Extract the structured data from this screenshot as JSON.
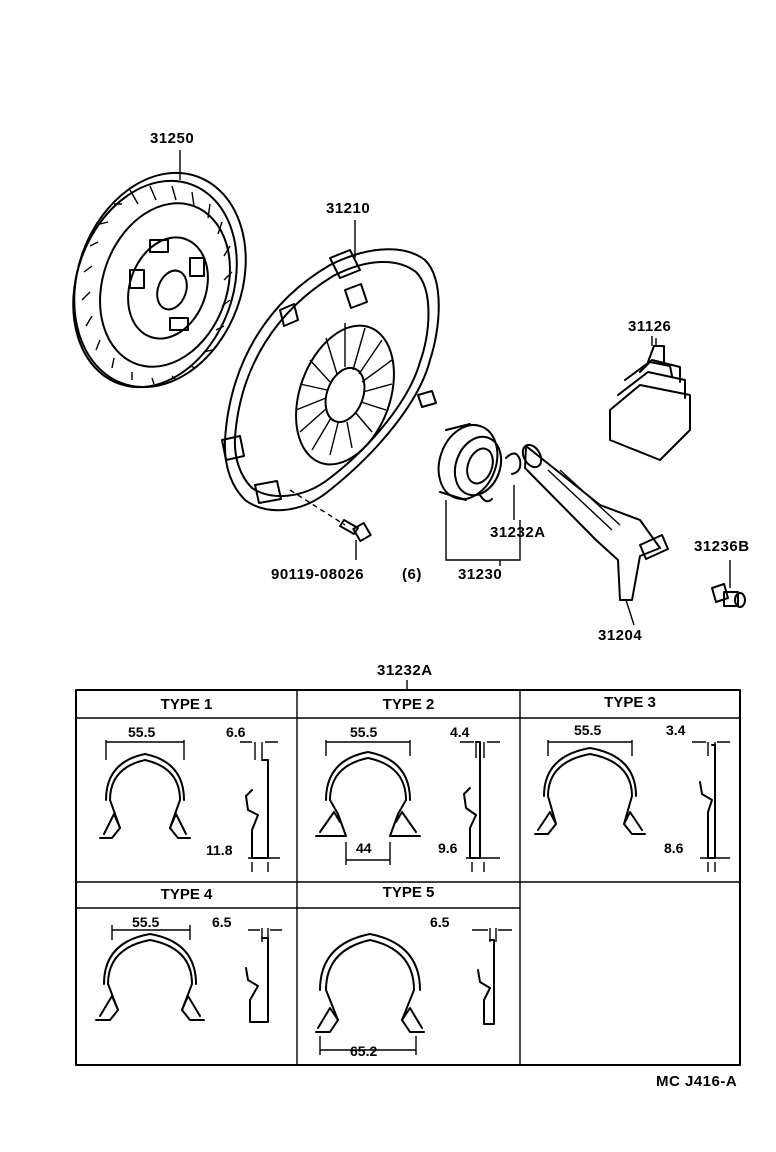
{
  "parts": {
    "clutch_disc": "31250",
    "clutch_cover": "31210",
    "boot": "31126",
    "release_bearing_clip": "31232A",
    "release_bearing_assy": "31230",
    "pivot": "31236B",
    "release_fork": "31204",
    "bolt": "90119-08026",
    "bolt_qty": "(6)"
  },
  "table": {
    "title": "31232A",
    "types": [
      {
        "label": "TYPE 1",
        "dims": [
          "55.5",
          "6.6",
          "11.8"
        ]
      },
      {
        "label": "TYPE 2",
        "dims": [
          "55.5",
          "4.4",
          "44",
          "9.6"
        ]
      },
      {
        "label": "TYPE 3",
        "dims": [
          "55.5",
          "3.4",
          "8.6"
        ]
      },
      {
        "label": "TYPE 4",
        "dims": [
          "55.5",
          "6.5"
        ]
      },
      {
        "label": "TYPE 5",
        "dims": [
          "6.5",
          "65.2"
        ]
      }
    ]
  },
  "footer_code": "MC J416-A"
}
